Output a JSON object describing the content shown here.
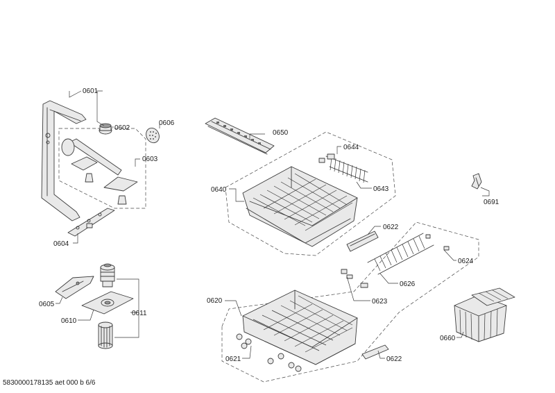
{
  "parts": {
    "p0601": "0601",
    "p0602": "0602",
    "p0603": "0603",
    "p0604": "0604",
    "p0605": "0605",
    "p0606": "0606",
    "p0610": "0610",
    "p0611": "0611",
    "p0620": "0620",
    "p0621": "0621",
    "p0622a": "0622",
    "p0622b": "0622",
    "p0623": "0623",
    "p0624": "0624",
    "p0626": "0626",
    "p0640": "0640",
    "p0643": "0643",
    "p0644": "0644",
    "p0650": "0650",
    "p0660": "0660",
    "p0691": "0691"
  },
  "footer": {
    "doc_id": "5830000178135 aet 000 b 6/6"
  }
}
